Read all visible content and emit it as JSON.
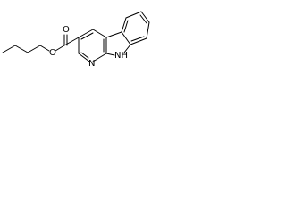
{
  "structure": {
    "atoms": {
      "carbonyl_oxygen": "O",
      "ester_oxygen": "O",
      "pyridine_nitrogen": "N",
      "indole_nitrogen": "NH"
    },
    "colors": {
      "bond": "#000000",
      "label": "#000000",
      "background": "#ffffff"
    }
  }
}
